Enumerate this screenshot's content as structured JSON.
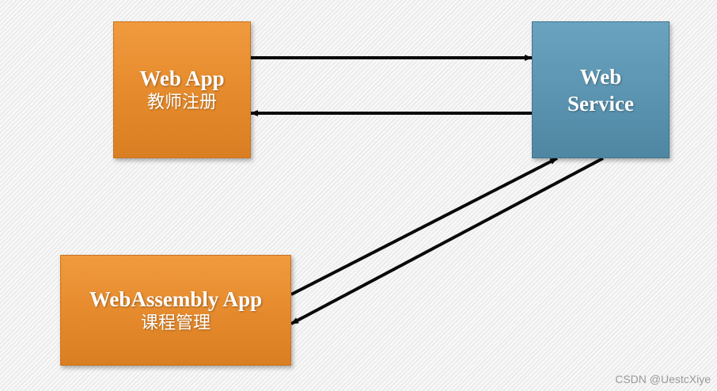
{
  "diagram": {
    "nodes": [
      {
        "id": "web-app",
        "title": "Web App",
        "subtitle": "教师注册"
      },
      {
        "id": "web-service",
        "title_lines": [
          "Web",
          "Service"
        ]
      },
      {
        "id": "webassembly-app",
        "title": "WebAssembly App",
        "subtitle": "课程管理"
      }
    ],
    "edges": [
      {
        "from": "web-app",
        "to": "web-service"
      },
      {
        "from": "web-service",
        "to": "web-app"
      },
      {
        "from": "webassembly-app",
        "to": "web-service"
      },
      {
        "from": "web-service",
        "to": "webassembly-app"
      }
    ],
    "colors": {
      "app_box": "#e58a2c",
      "service_box": "#5b94b0",
      "arrow": "#0a0a0a",
      "text": "#ffffff"
    }
  },
  "watermark": "CSDN @UestcXiye"
}
